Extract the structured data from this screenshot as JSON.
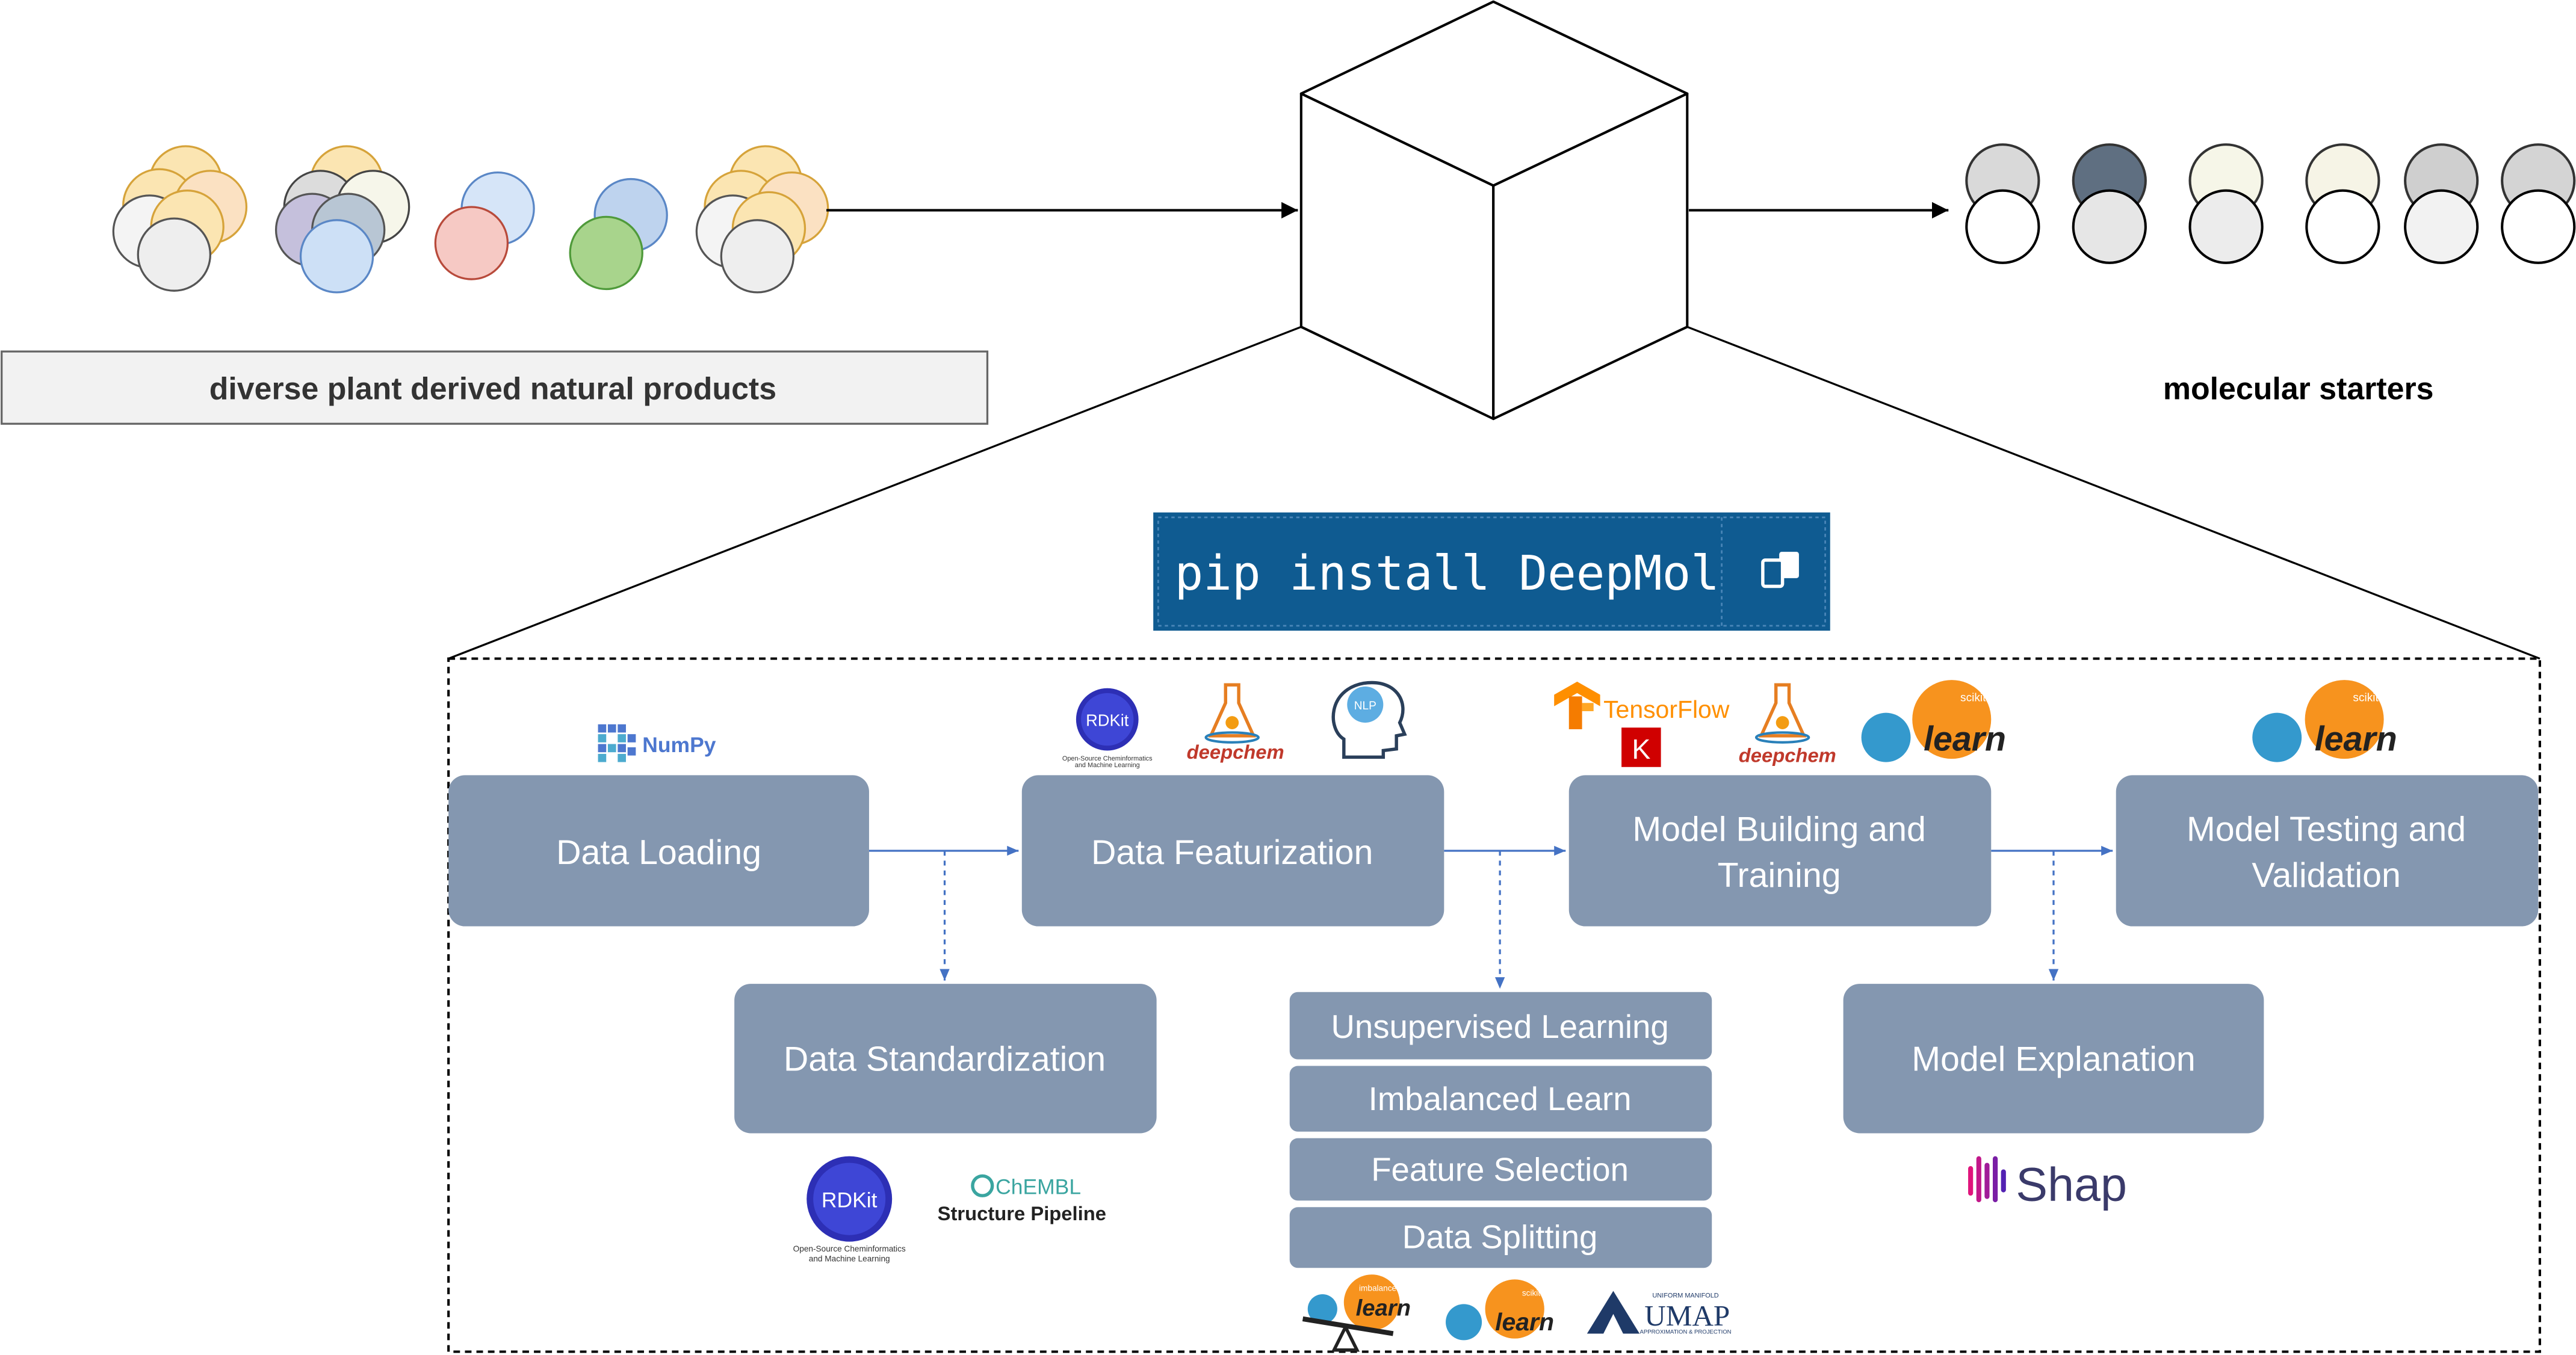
{
  "inputs": {
    "label": "diverse plant derived natural products"
  },
  "outputs": {
    "label": "molecular starters"
  },
  "install": {
    "command": "pip install DeepMol"
  },
  "stages": {
    "data_loading": "Data Loading",
    "data_featurization": "Data Featurization",
    "model_building_line1": "Model Building and",
    "model_building_line2": "Training",
    "model_testing_line1": "Model Testing and",
    "model_testing_line2": "Validation",
    "data_standardization": "Data Standardization",
    "model_explanation": "Model Explanation",
    "sub_steps": [
      "Unsupervised Learning",
      "Imbalanced Learn",
      "Feature Selection",
      "Data Splitting"
    ]
  },
  "logos": {
    "numpy": "NumPy",
    "rdkit": "RDKit",
    "rdkit_caption_1": "Open-Source Cheminformatics",
    "rdkit_caption_2": "and Machine Learning",
    "deepchem": "deepchem",
    "nlp": "NLP",
    "tensorflow": "TensorFlow",
    "keras": "K",
    "scikit_small": "scikit",
    "learn": "learn",
    "imbalanced_small": "imbalanced",
    "chembl": "ChEMBL",
    "chembl_sub": "Structure Pipeline",
    "umap": "UMAP",
    "umap_caption_1": "UNIFORM MANIFOLD",
    "umap_caption_2": "APPROXIMATION & PROJECTION",
    "shap": "Shap"
  },
  "colors": {
    "stage_box": "#8497b0",
    "install_bg": "#0f5b91",
    "arrow_blue": "#4472c4",
    "scikit_orange": "#f7931e",
    "scikit_blue": "#3499cd",
    "tensorflow_orange": "#ff8f00",
    "keras_red": "#d00000",
    "deepchem_red": "#c0392b",
    "shap_pink": "#e0157c"
  }
}
